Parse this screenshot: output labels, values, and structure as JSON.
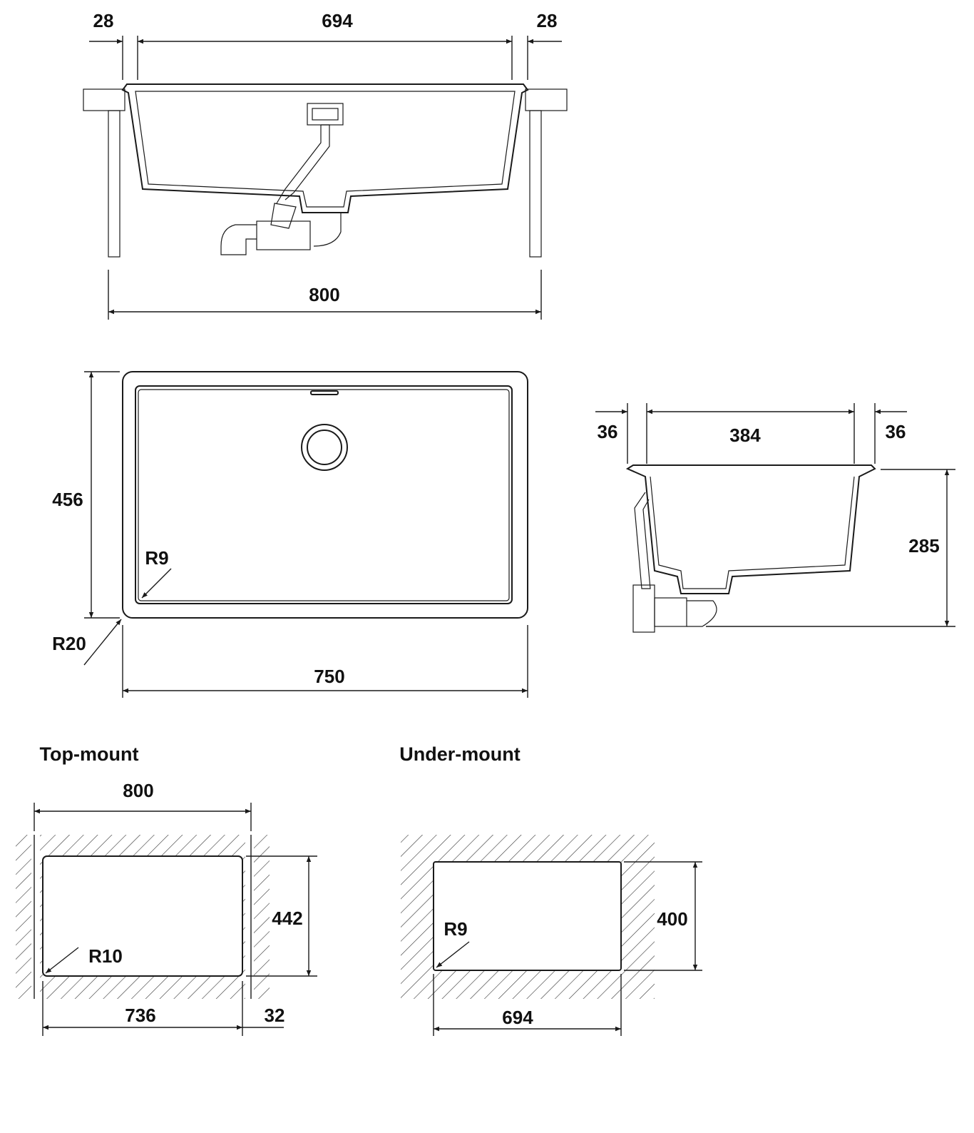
{
  "front_view": {
    "left_flange": "28",
    "inner_width": "694",
    "right_flange": "28",
    "overall_width": "800"
  },
  "top_view": {
    "depth": "456",
    "inner_radius": "R9",
    "outer_radius": "R20",
    "width": "750"
  },
  "side_view": {
    "left_flange": "36",
    "inner_depth": "384",
    "right_flange": "36",
    "height": "285"
  },
  "top_mount": {
    "title": "Top-mount",
    "overall": "800",
    "cutout_depth": "442",
    "radius": "R10",
    "cutout_width": "736",
    "margin": "32"
  },
  "under_mount": {
    "title": "Under-mount",
    "cutout_depth": "400",
    "radius": "R9",
    "cutout_width": "694"
  }
}
